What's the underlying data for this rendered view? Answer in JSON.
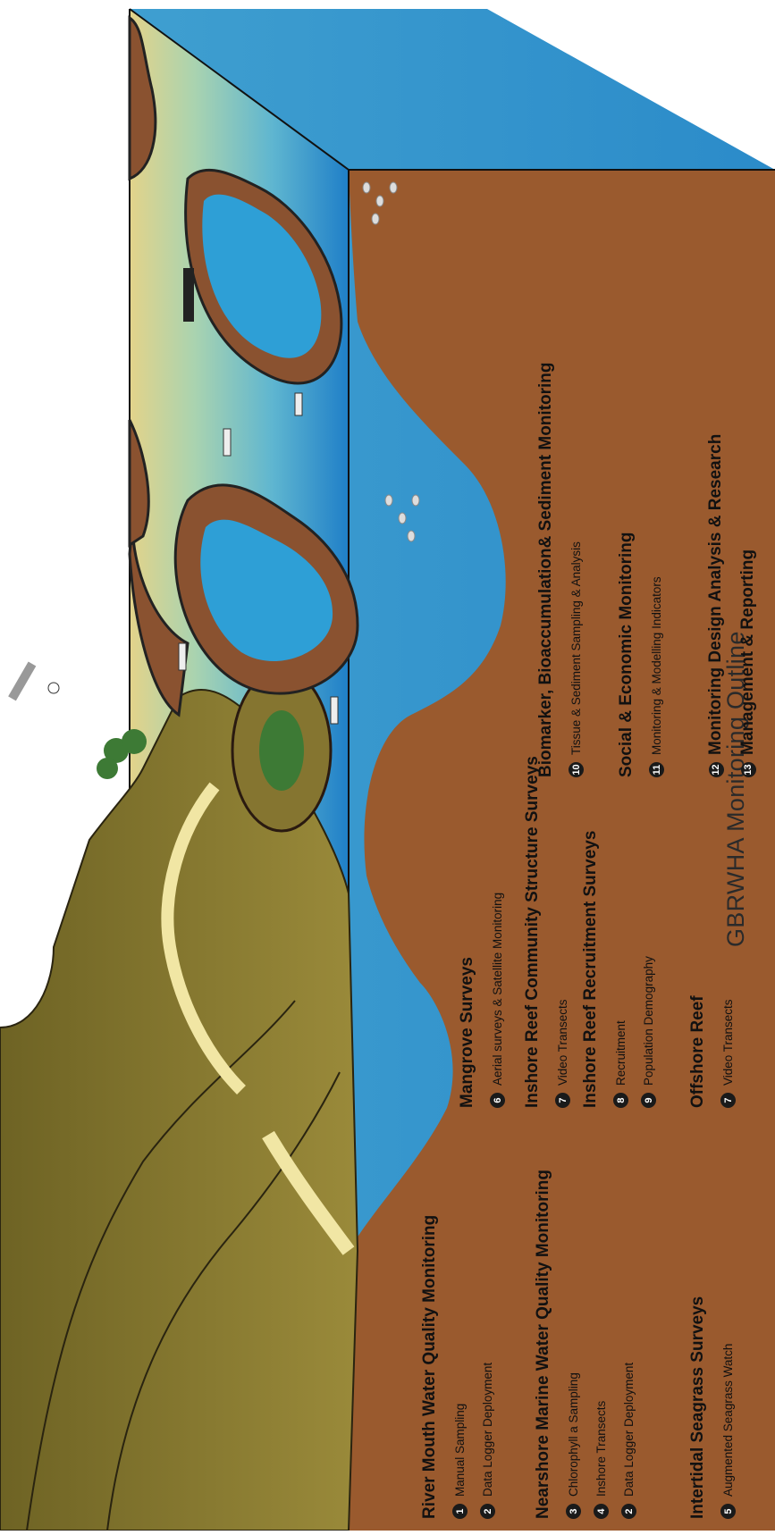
{
  "title": "GBRWHA Monitoring Outline",
  "colors": {
    "sky": "#ffffff",
    "ocean_top": "#1f7fc8",
    "ocean_mid": "#7fc9c4",
    "shallow": "#d9c97a",
    "seabed": "#9a5a2e",
    "land": "#8a7a2c",
    "reef_water": "#2e9fd6"
  },
  "callout_markers": [
    "1",
    "2",
    "3",
    "4",
    "5",
    "6",
    "7",
    "8",
    "9",
    "10",
    "11",
    "12",
    "13"
  ],
  "legend": {
    "column1": [
      {
        "heading": "River Mouth Water Quality Monitoring"
      },
      {
        "num": "1",
        "label": "Manual Sampling"
      },
      {
        "num": "2",
        "label": "Data Logger Deployment"
      },
      {
        "heading": "Nearshore Marine Water Quality Monitoring"
      },
      {
        "num": "3",
        "label": "Chlorophyll a Sampling"
      },
      {
        "num": "4",
        "label": "Inshore Transects"
      },
      {
        "num": "2",
        "label": "Data Logger Deployment"
      },
      {
        "heading": "Intertidal Seagrass Surveys"
      },
      {
        "num": "5",
        "label": "Augmented Seagrass Watch"
      }
    ],
    "column2": [
      {
        "heading": "Mangrove Surveys"
      },
      {
        "num": "6",
        "label": "Aerial surveys & Satellite Monitoring"
      },
      {
        "heading": "Inshore Reef Community Structure Surveys"
      },
      {
        "num": "7",
        "label": "Video Transects"
      },
      {
        "heading": "Inshore Reef Recruitment Surveys"
      },
      {
        "num": "8",
        "label": "Recruitment"
      },
      {
        "num": "9",
        "label": "Population Demography"
      },
      {
        "heading": "Offshore Reef"
      },
      {
        "num": "7",
        "label": "Video Transects"
      }
    ],
    "column3": [
      {
        "heading": "Biomarker, Bioaccumulation& Sediment Monitoring"
      },
      {
        "num": "10",
        "label": "Tissue & Sediment Sampling & Analysis"
      },
      {
        "heading": "Social & Economic Monitoring"
      },
      {
        "num": "11",
        "label": "Monitoring & Modelling Indicators"
      },
      {
        "num": "12",
        "heading": "Monitoring Design Analysis & Research"
      },
      {
        "num": "13",
        "heading": "Management & Reporting"
      }
    ]
  }
}
